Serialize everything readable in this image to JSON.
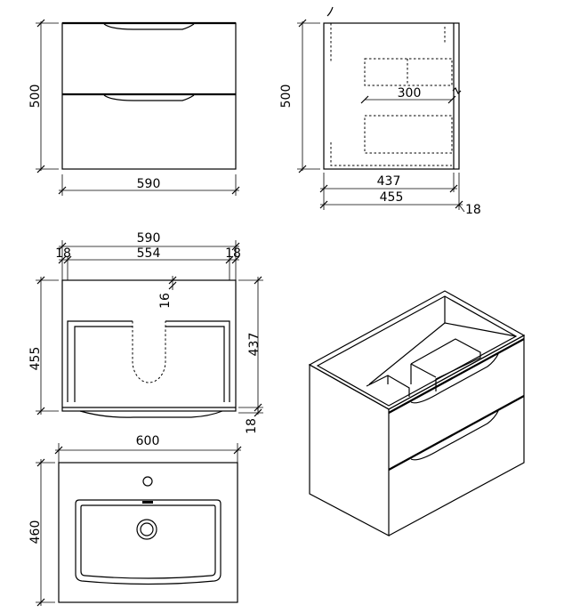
{
  "front_view": {
    "height": "500",
    "width": "590"
  },
  "side_view": {
    "height": "500",
    "inner_depth": "437",
    "depth": "455",
    "thickness": "18",
    "spacing": "300"
  },
  "top_view": {
    "overall_width": "590",
    "side_left": "18",
    "inner_width": "554",
    "side_right": "18",
    "back_panel": "16",
    "depth": "455",
    "inner_depth": "437",
    "front_offset": "18"
  },
  "basin_view": {
    "width": "600",
    "depth": "460"
  }
}
